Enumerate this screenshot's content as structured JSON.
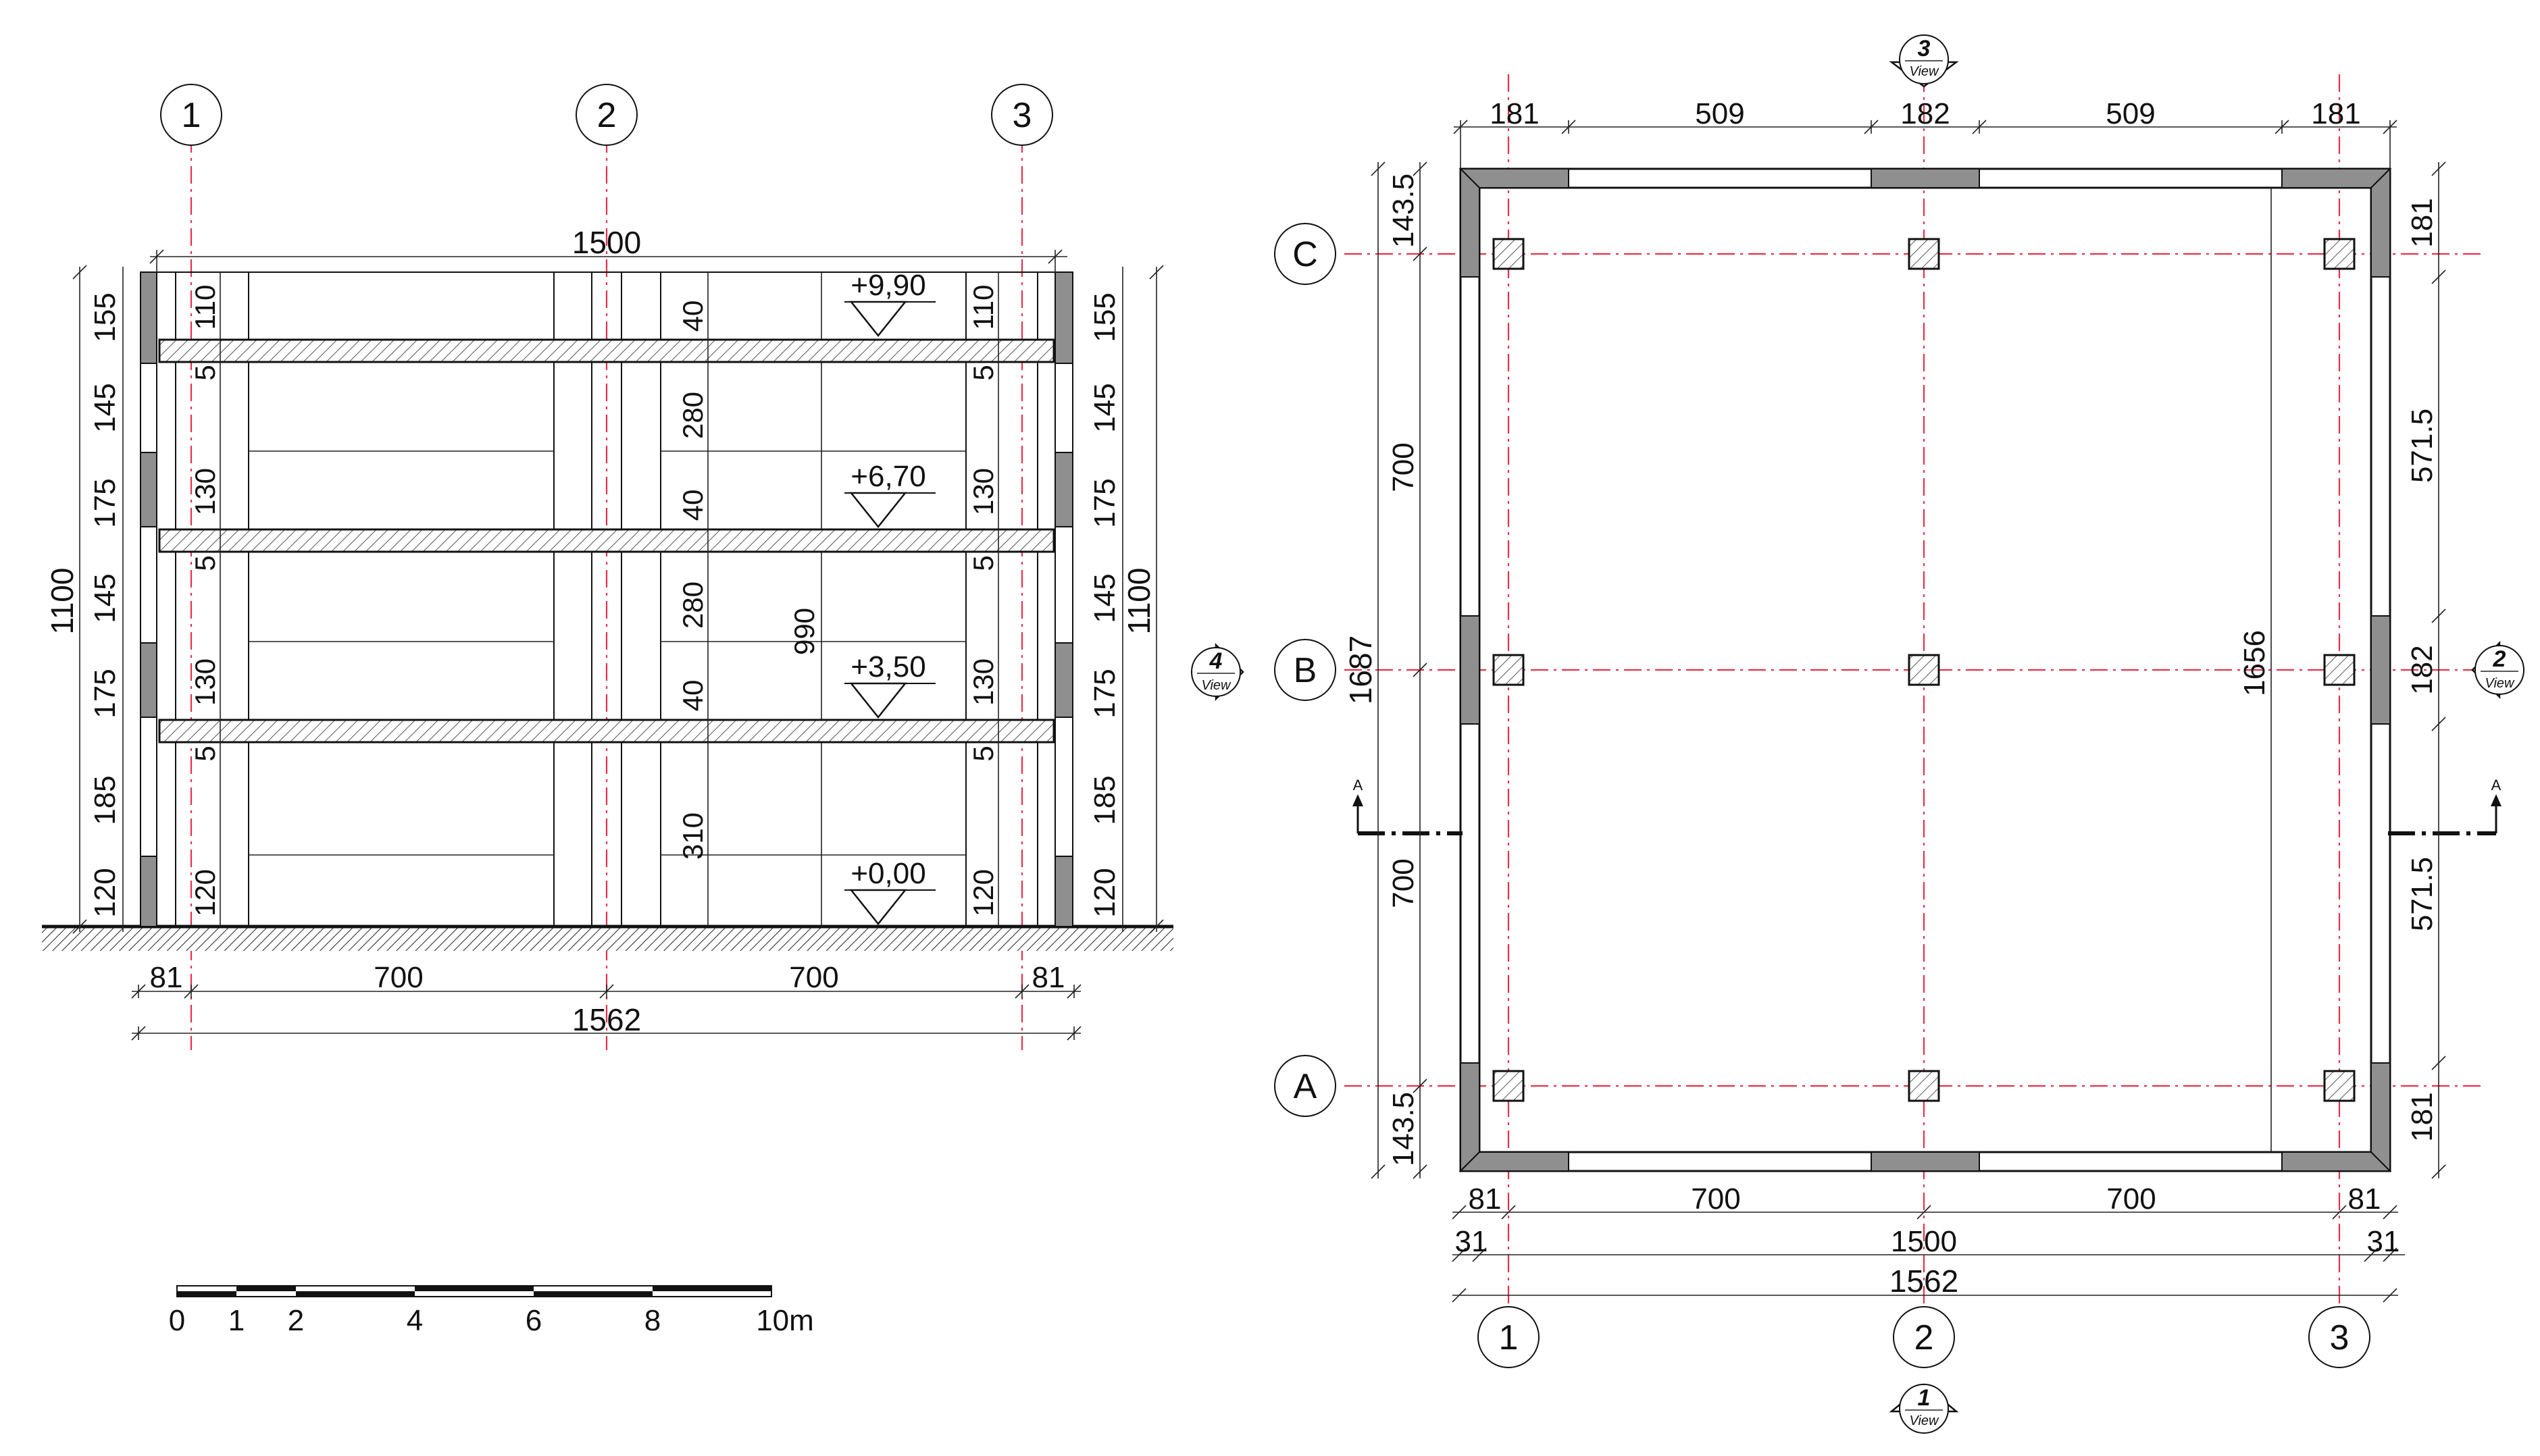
{
  "section": {
    "grid_bubbles": [
      "1",
      "2",
      "3"
    ],
    "overall_top": "1500",
    "overall_bottom": "1562",
    "bottom_dims": [
      "81",
      "700",
      "700",
      "81"
    ],
    "left_dims": [
      "155",
      "145",
      "175",
      "145",
      "175",
      "185",
      "120"
    ],
    "left_total": "1100",
    "right_dims": [
      "155",
      "145",
      "175",
      "145",
      "175",
      "185",
      "120"
    ],
    "right_total": "1100",
    "inner_left_dims": [
      "110",
      "5",
      "130",
      "5",
      "130",
      "5",
      "120"
    ],
    "inner_right_dims": [
      "110",
      "5",
      "130",
      "5",
      "130",
      "5",
      "120"
    ],
    "slab_dims": [
      "40",
      "280",
      "40",
      "280",
      "40",
      "310"
    ],
    "height_total": "990",
    "levels": [
      "+9,90",
      "+6,70",
      "+3,50",
      "+0,00"
    ]
  },
  "plan": {
    "grid_bubbles_x": [
      "1",
      "2",
      "3"
    ],
    "grid_bubbles_y": [
      "C",
      "B",
      "A"
    ],
    "top_dims": [
      "181",
      "509",
      "182",
      "509",
      "181"
    ],
    "bottom_dims_1": [
      "81",
      "700",
      "700",
      "81"
    ],
    "bottom_dims_2": [
      "31",
      "1500",
      "31"
    ],
    "bottom_total": "1562",
    "left_dims": [
      "143.5",
      "700",
      "700",
      "143.5"
    ],
    "left_total": "1687",
    "right_dims": [
      "181",
      "571.5",
      "182",
      "571.5",
      "181"
    ],
    "inner_total": "1656",
    "section_mark": "A"
  },
  "views": [
    {
      "number": "3",
      "label": "View"
    },
    {
      "number": "2",
      "label": "View"
    },
    {
      "number": "1",
      "label": "View"
    },
    {
      "number": "4",
      "label": "View"
    }
  ],
  "scale_bar": {
    "labels": [
      "0",
      "1",
      "2",
      "4",
      "6",
      "8",
      "10m"
    ]
  }
}
